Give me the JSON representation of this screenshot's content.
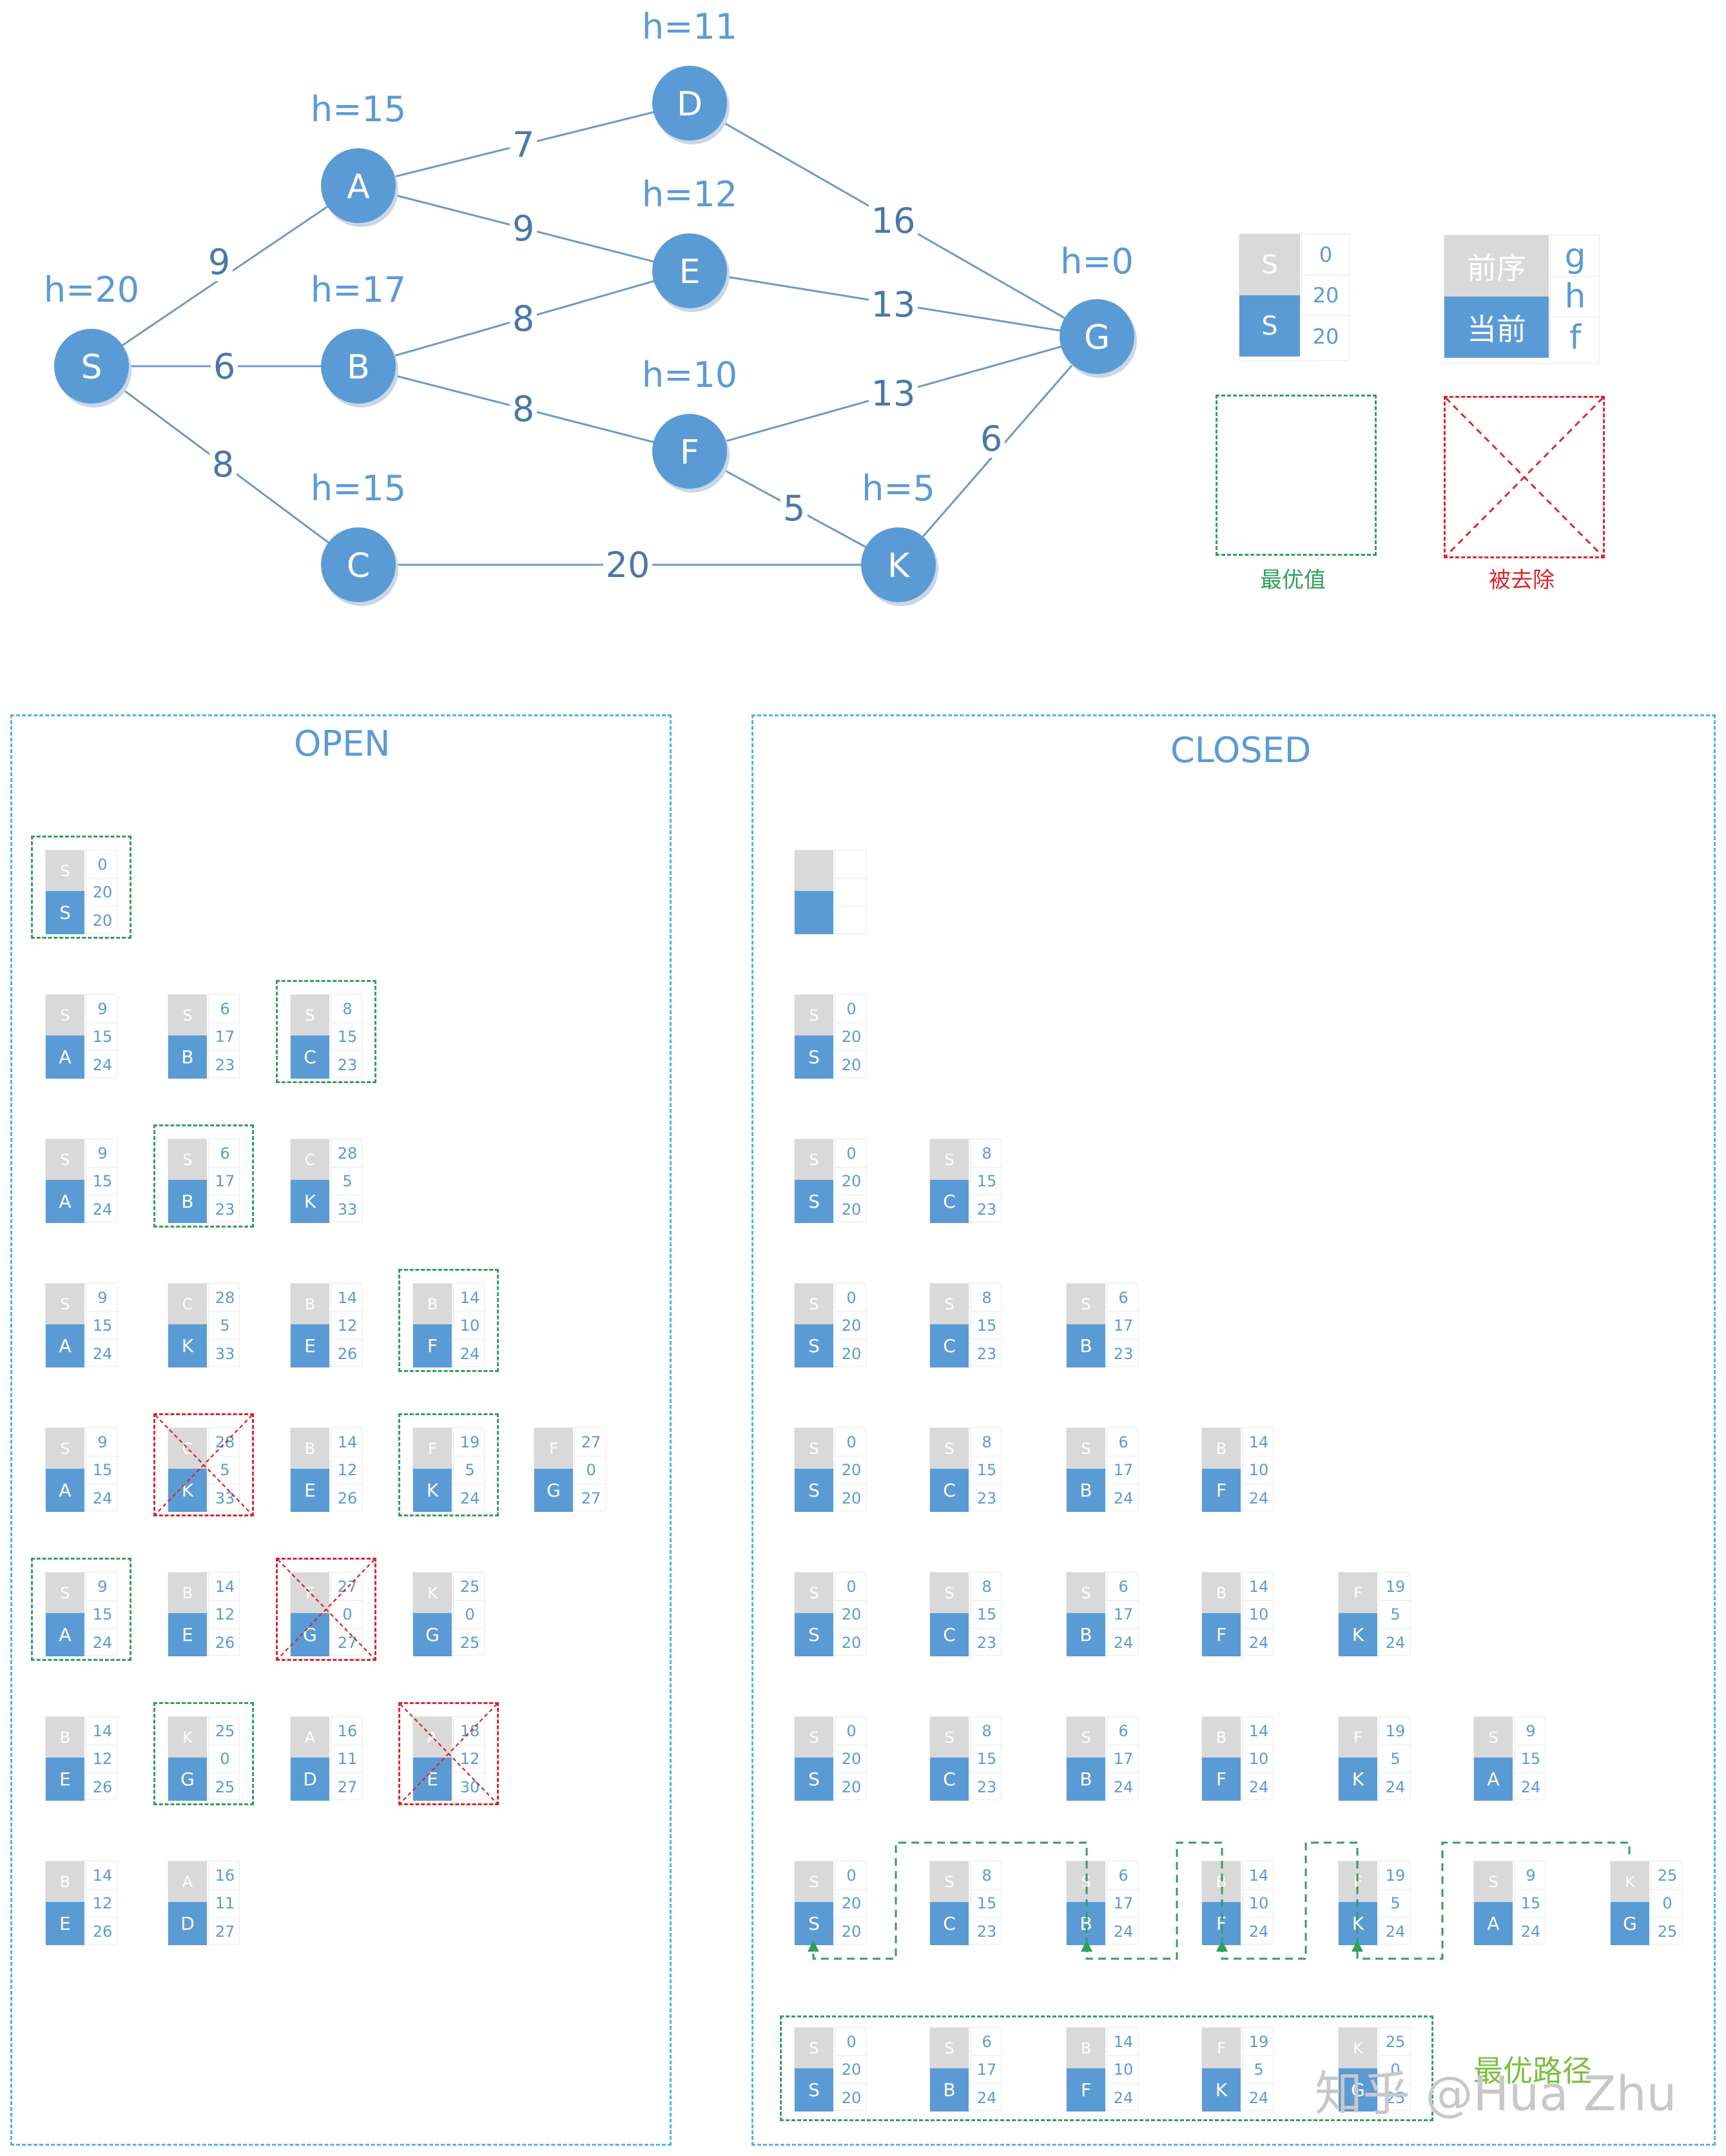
{
  "graph": {
    "nodes": [
      {
        "id": "S",
        "label": "S",
        "h": "h=20"
      },
      {
        "id": "A",
        "label": "A",
        "h": "h=15"
      },
      {
        "id": "B",
        "label": "B",
        "h": "h=17"
      },
      {
        "id": "C",
        "label": "C",
        "h": "h=15"
      },
      {
        "id": "D",
        "label": "D",
        "h": "h=11"
      },
      {
        "id": "E",
        "label": "E",
        "h": "h=12"
      },
      {
        "id": "F",
        "label": "F",
        "h": "h=10"
      },
      {
        "id": "K",
        "label": "K",
        "h": "h=5"
      },
      {
        "id": "G",
        "label": "G",
        "h": "h=0"
      }
    ],
    "edges": [
      {
        "from": "S",
        "to": "A",
        "w": "9"
      },
      {
        "from": "S",
        "to": "B",
        "w": "6"
      },
      {
        "from": "S",
        "to": "C",
        "w": "8"
      },
      {
        "from": "A",
        "to": "D",
        "w": "7"
      },
      {
        "from": "A",
        "to": "E",
        "w": "9"
      },
      {
        "from": "B",
        "to": "E",
        "w": "8"
      },
      {
        "from": "B",
        "to": "F",
        "w": "8"
      },
      {
        "from": "C",
        "to": "K",
        "w": "20"
      },
      {
        "from": "D",
        "to": "G",
        "w": "16"
      },
      {
        "from": "E",
        "to": "G",
        "w": "13"
      },
      {
        "from": "F",
        "to": "G",
        "w": "13"
      },
      {
        "from": "F",
        "to": "K",
        "w": "5"
      },
      {
        "from": "K",
        "to": "G",
        "w": "6"
      }
    ]
  },
  "legend": {
    "example_card": {
      "prev": "S",
      "cur": "S",
      "g": "0",
      "h": "20",
      "f": "20"
    },
    "key_card": {
      "prev": "前序",
      "cur": "当前",
      "g": "g",
      "h": "h",
      "f": "f"
    },
    "best_label": "最优值",
    "removed_label": "被去除"
  },
  "open": {
    "title": "OPEN",
    "rows": [
      [
        {
          "prev": "S",
          "cur": "S",
          "g": "0",
          "h": "20",
          "f": "20",
          "mark": "best"
        }
      ],
      [
        {
          "prev": "S",
          "cur": "A",
          "g": "9",
          "h": "15",
          "f": "24"
        },
        {
          "prev": "S",
          "cur": "B",
          "g": "6",
          "h": "17",
          "f": "23"
        },
        {
          "prev": "S",
          "cur": "C",
          "g": "8",
          "h": "15",
          "f": "23",
          "mark": "best"
        }
      ],
      [
        {
          "prev": "S",
          "cur": "A",
          "g": "9",
          "h": "15",
          "f": "24"
        },
        {
          "prev": "S",
          "cur": "B",
          "g": "6",
          "h": "17",
          "f": "23",
          "mark": "best"
        },
        {
          "prev": "C",
          "cur": "K",
          "g": "28",
          "h": "5",
          "f": "33"
        }
      ],
      [
        {
          "prev": "S",
          "cur": "A",
          "g": "9",
          "h": "15",
          "f": "24"
        },
        {
          "prev": "C",
          "cur": "K",
          "g": "28",
          "h": "5",
          "f": "33"
        },
        {
          "prev": "B",
          "cur": "E",
          "g": "14",
          "h": "12",
          "f": "26"
        },
        {
          "prev": "B",
          "cur": "F",
          "g": "14",
          "h": "10",
          "f": "24",
          "mark": "best"
        }
      ],
      [
        {
          "prev": "S",
          "cur": "A",
          "g": "9",
          "h": "15",
          "f": "24"
        },
        {
          "prev": "C",
          "cur": "K",
          "g": "28",
          "h": "5",
          "f": "33",
          "mark": "removed"
        },
        {
          "prev": "B",
          "cur": "E",
          "g": "14",
          "h": "12",
          "f": "26"
        },
        {
          "prev": "F",
          "cur": "K",
          "g": "19",
          "h": "5",
          "f": "24",
          "mark": "best"
        },
        {
          "prev": "F",
          "cur": "G",
          "g": "27",
          "h": "0",
          "f": "27"
        }
      ],
      [
        {
          "prev": "S",
          "cur": "A",
          "g": "9",
          "h": "15",
          "f": "24",
          "mark": "best"
        },
        {
          "prev": "B",
          "cur": "E",
          "g": "14",
          "h": "12",
          "f": "26"
        },
        {
          "prev": "F",
          "cur": "G",
          "g": "27",
          "h": "0",
          "f": "27",
          "mark": "removed"
        },
        {
          "prev": "K",
          "cur": "G",
          "g": "25",
          "h": "0",
          "f": "25"
        }
      ],
      [
        {
          "prev": "B",
          "cur": "E",
          "g": "14",
          "h": "12",
          "f": "26"
        },
        {
          "prev": "K",
          "cur": "G",
          "g": "25",
          "h": "0",
          "f": "25",
          "mark": "best"
        },
        {
          "prev": "A",
          "cur": "D",
          "g": "16",
          "h": "11",
          "f": "27"
        },
        {
          "prev": "A",
          "cur": "E",
          "g": "18",
          "h": "12",
          "f": "30",
          "mark": "removed"
        }
      ],
      [
        {
          "prev": "B",
          "cur": "E",
          "g": "14",
          "h": "12",
          "f": "26"
        },
        {
          "prev": "A",
          "cur": "D",
          "g": "16",
          "h": "11",
          "f": "27"
        }
      ]
    ]
  },
  "closed": {
    "title": "CLOSED",
    "rows": [
      [
        {
          "prev": "",
          "cur": "",
          "g": "",
          "h": "",
          "f": ""
        }
      ],
      [
        {
          "prev": "S",
          "cur": "S",
          "g": "0",
          "h": "20",
          "f": "20"
        }
      ],
      [
        {
          "prev": "S",
          "cur": "S",
          "g": "0",
          "h": "20",
          "f": "20"
        },
        {
          "prev": "S",
          "cur": "C",
          "g": "8",
          "h": "15",
          "f": "23"
        }
      ],
      [
        {
          "prev": "S",
          "cur": "S",
          "g": "0",
          "h": "20",
          "f": "20"
        },
        {
          "prev": "S",
          "cur": "C",
          "g": "8",
          "h": "15",
          "f": "23"
        },
        {
          "prev": "S",
          "cur": "B",
          "g": "6",
          "h": "17",
          "f": "23"
        }
      ],
      [
        {
          "prev": "S",
          "cur": "S",
          "g": "0",
          "h": "20",
          "f": "20"
        },
        {
          "prev": "S",
          "cur": "C",
          "g": "8",
          "h": "15",
          "f": "23"
        },
        {
          "prev": "S",
          "cur": "B",
          "g": "6",
          "h": "17",
          "f": "24"
        },
        {
          "prev": "B",
          "cur": "F",
          "g": "14",
          "h": "10",
          "f": "24"
        }
      ],
      [
        {
          "prev": "S",
          "cur": "S",
          "g": "0",
          "h": "20",
          "f": "20"
        },
        {
          "prev": "S",
          "cur": "C",
          "g": "8",
          "h": "15",
          "f": "23"
        },
        {
          "prev": "S",
          "cur": "B",
          "g": "6",
          "h": "17",
          "f": "24"
        },
        {
          "prev": "B",
          "cur": "F",
          "g": "14",
          "h": "10",
          "f": "24"
        },
        {
          "prev": "F",
          "cur": "K",
          "g": "19",
          "h": "5",
          "f": "24"
        }
      ],
      [
        {
          "prev": "S",
          "cur": "S",
          "g": "0",
          "h": "20",
          "f": "20"
        },
        {
          "prev": "S",
          "cur": "C",
          "g": "8",
          "h": "15",
          "f": "23"
        },
        {
          "prev": "S",
          "cur": "B",
          "g": "6",
          "h": "17",
          "f": "24"
        },
        {
          "prev": "B",
          "cur": "F",
          "g": "14",
          "h": "10",
          "f": "24"
        },
        {
          "prev": "F",
          "cur": "K",
          "g": "19",
          "h": "5",
          "f": "24"
        },
        {
          "prev": "S",
          "cur": "A",
          "g": "9",
          "h": "15",
          "f": "24"
        }
      ],
      [
        {
          "prev": "S",
          "cur": "S",
          "g": "0",
          "h": "20",
          "f": "20"
        },
        {
          "prev": "S",
          "cur": "C",
          "g": "8",
          "h": "15",
          "f": "23"
        },
        {
          "prev": "S",
          "cur": "B",
          "g": "6",
          "h": "17",
          "f": "24"
        },
        {
          "prev": "B",
          "cur": "F",
          "g": "14",
          "h": "10",
          "f": "24"
        },
        {
          "prev": "F",
          "cur": "K",
          "g": "19",
          "h": "5",
          "f": "24"
        },
        {
          "prev": "S",
          "cur": "A",
          "g": "9",
          "h": "15",
          "f": "24"
        },
        {
          "prev": "K",
          "cur": "G",
          "g": "25",
          "h": "0",
          "f": "25"
        }
      ]
    ],
    "best_path": {
      "label": "最优路径",
      "cards": [
        {
          "prev": "S",
          "cur": "S",
          "g": "0",
          "h": "20",
          "f": "20"
        },
        {
          "prev": "S",
          "cur": "B",
          "g": "6",
          "h": "17",
          "f": "24"
        },
        {
          "prev": "B",
          "cur": "F",
          "g": "14",
          "h": "10",
          "f": "24"
        },
        {
          "prev": "F",
          "cur": "K",
          "g": "19",
          "h": "5",
          "f": "24"
        },
        {
          "prev": "K",
          "cur": "G",
          "g": "25",
          "h": "0",
          "f": "25"
        }
      ]
    }
  },
  "watermark": "知乎 @Hua Zhu",
  "colors": {
    "node": "#5b9bd5",
    "best": "#2fa05a",
    "removed": "#d9262c",
    "panel": "#4fb8d6",
    "prev": "#d9d9d9"
  }
}
